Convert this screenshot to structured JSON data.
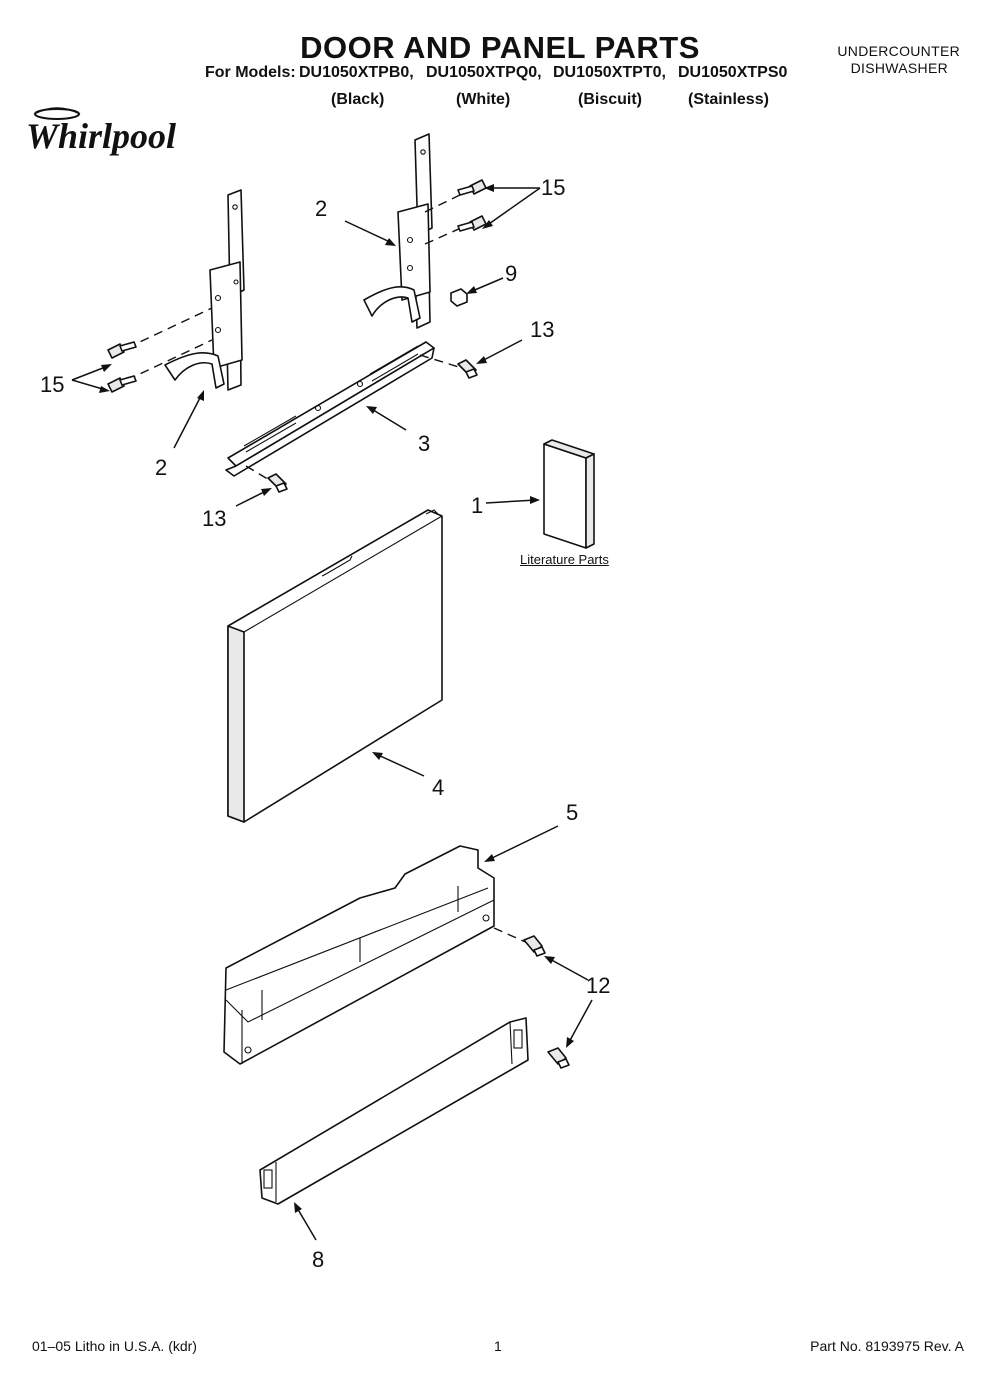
{
  "header": {
    "title": "DOOR AND PANEL PARTS",
    "models_prefix": "For Models:",
    "models": [
      "DU1050XTPB0,",
      "DU1050XTPQ0,",
      "DU1050XTPT0,",
      "DU1050XTPS0"
    ],
    "finishes": [
      "(Black)",
      "(White)",
      "(Biscuit)",
      "(Stainless)"
    ],
    "appliance_type_line1": "UNDERCOUNTER",
    "appliance_type_line2": "DISHWASHER",
    "brand": "Whirlpool"
  },
  "callouts": {
    "c15a": "15",
    "c15b": "15",
    "c2a": "2",
    "c2b": "2",
    "c9": "9",
    "c13a": "13",
    "c13b": "13",
    "c3": "3",
    "c1": "1",
    "c4": "4",
    "c5": "5",
    "c12": "12",
    "c8": "8"
  },
  "literature_label": "Literature Parts",
  "footer": {
    "left": "01–05 Litho in U.S.A. (kdr)",
    "page": "1",
    "right": "Part No. 8193975 Rev. A"
  }
}
